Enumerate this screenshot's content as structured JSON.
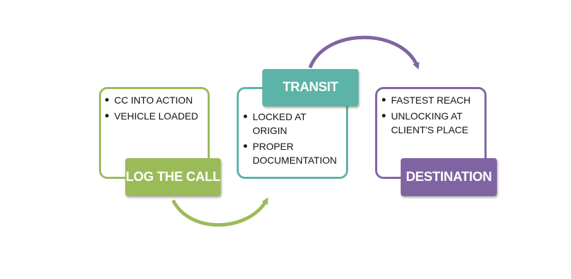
{
  "colors": {
    "green": "#9bbb59",
    "teal": "#4bacc6",
    "teal_label": "#5cb3a7",
    "purple": "#8064a2"
  },
  "steps": [
    {
      "label": "LOG THE CALL",
      "bullets": [
        "CC INTO ACTION",
        "VEHICLE LOADED"
      ]
    },
    {
      "label": "TRANSIT",
      "bullets": [
        "LOCKED AT ORIGIN",
        "PROPER DOCUMENTATION"
      ]
    },
    {
      "label": "DESTINATION",
      "bullets": [
        "FASTEST REACH",
        "UNLOCKING AT CLIENT'S PLACE"
      ]
    }
  ]
}
